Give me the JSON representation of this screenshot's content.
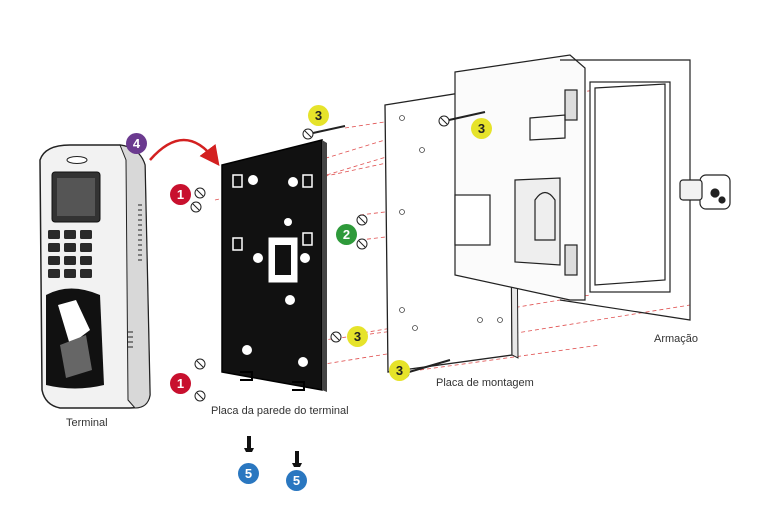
{
  "labels": {
    "terminal": "Terminal",
    "wall_plate": "Placa da parede do terminal",
    "mounting_plate": "Placa de montagem",
    "frame": "Armação"
  },
  "steps": [
    {
      "number": "1",
      "color": "#c8102e"
    },
    {
      "number": "2",
      "color": "#2e9a3a"
    },
    {
      "number": "3",
      "color": "#e6e32a"
    },
    {
      "number": "4",
      "color": "#6b3a8f"
    },
    {
      "number": "5",
      "color": "#2a77c0"
    }
  ],
  "icons": [
    "screw-icon",
    "bolt-icon",
    "curved-arrow-icon",
    "padlock-icon"
  ]
}
